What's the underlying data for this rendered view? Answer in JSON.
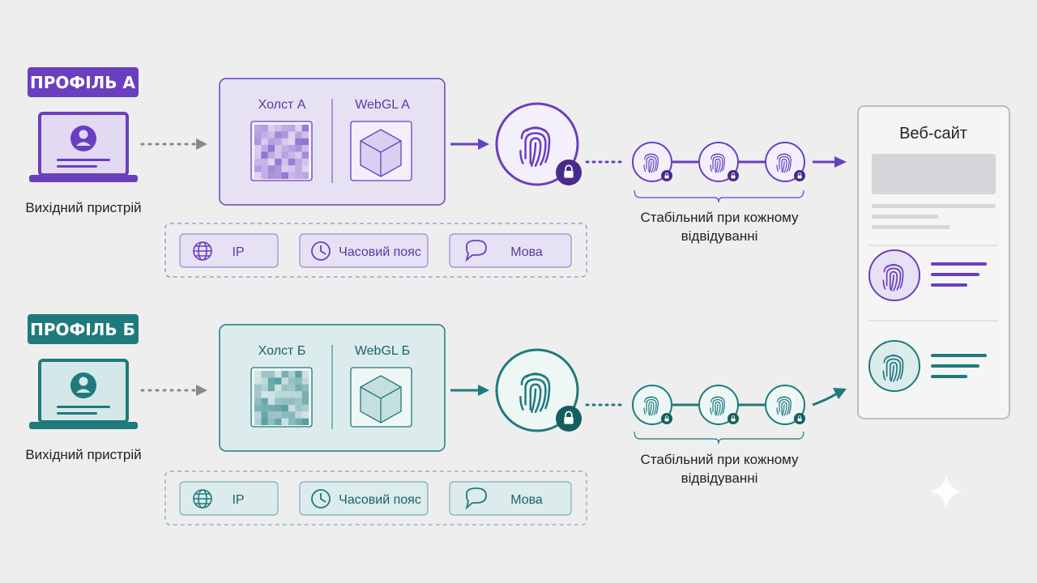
{
  "colors": {
    "background": "#eeeeef",
    "profile_a_accent": "#6a3fbf",
    "profile_a_light": "#e7e1f4",
    "profile_b_accent": "#1f7a7c",
    "profile_b_light": "#dcebec",
    "website_border": "#bdbdc2"
  },
  "profiles": [
    {
      "badge": "ПРОФІЛЬ А",
      "device_label": "Вихідний пристрій",
      "device_icon": "laptop-user-icon",
      "canvas_label": "Холст А",
      "webgl_label": "WebGL A",
      "canvas_icon": "noise-pattern-icon",
      "webgl_icon": "cube-icon",
      "fingerprint_icon": "fingerprint-lock-icon",
      "chain_caption_line1": "Стабільний при кожному",
      "chain_caption_line2": "відвідуванні",
      "attributes": [
        {
          "label": "IP",
          "icon": "globe-icon"
        },
        {
          "label": "Часовий пояс",
          "icon": "clock-icon"
        },
        {
          "label": "Мова",
          "icon": "speech-bubble-icon"
        }
      ]
    },
    {
      "badge": "ПРОФІЛЬ Б",
      "device_label": "Вихідний пристрій",
      "device_icon": "laptop-user-icon",
      "canvas_label": "Холст Б",
      "webgl_label": "WebGL Б",
      "canvas_icon": "noise-pattern-icon",
      "webgl_icon": "cube-icon",
      "fingerprint_icon": "fingerprint-lock-icon",
      "chain_caption_line1": "Стабільний при кожному",
      "chain_caption_line2": "відвідуванні",
      "attributes": [
        {
          "label": "IP",
          "icon": "globe-icon"
        },
        {
          "label": "Часовий пояс",
          "icon": "clock-icon"
        },
        {
          "label": "Мова",
          "icon": "speech-bubble-icon"
        }
      ]
    }
  ],
  "website": {
    "title": "Веб-сайт",
    "visitors": [
      {
        "icon": "fingerprint-icon",
        "profile": "A"
      },
      {
        "icon": "fingerprint-icon",
        "profile": "Б"
      }
    ]
  }
}
